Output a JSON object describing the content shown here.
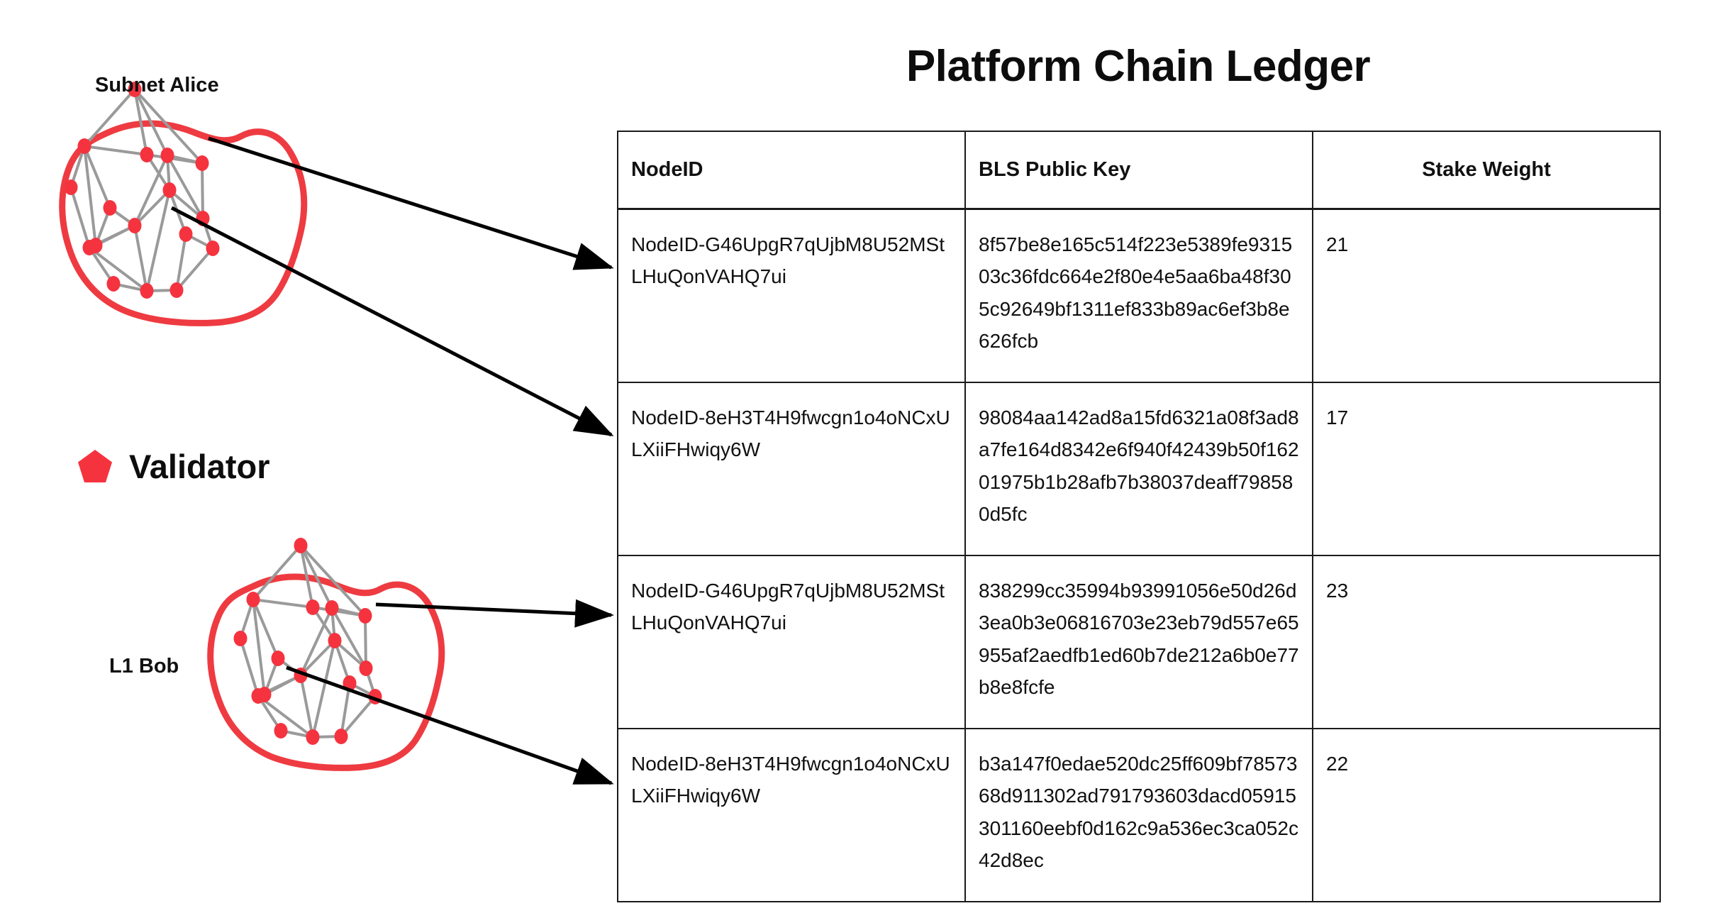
{
  "title": "Platform Chain Ledger",
  "diagram": {
    "subnet_alice_label": "Subnet Alice",
    "l1_bob_label": "L1 Bob",
    "legend": {
      "validator_label": "Validator",
      "validator_icon": "pentagon-icon"
    },
    "colors": {
      "validator_red": "#F5333F",
      "blob_outline": "#EE3B41",
      "graph_edge": "#9a9a9a",
      "arrow": "#000000",
      "table_border": "#1b1b1b"
    }
  },
  "table": {
    "columns": [
      "NodeID",
      "BLS Public Key",
      "Stake Weight"
    ],
    "rows": [
      {
        "node_id": "NodeID-G46UpgR7qUjbM8U52MStLHuQonVAHQ7ui",
        "bls_public_key": "8f57be8e165c514f223e5389fe931503c36fdc664e2f80e4e5aa6ba48f305c92649bf1311ef833b89ac6ef3b8e626fcb",
        "stake_weight": "21"
      },
      {
        "node_id": "NodeID-8eH3T4H9fwcgn1o4oNCxULXiiFHwiqy6W",
        "bls_public_key": "98084aa142ad8a15fd6321a08f3ad8a7fe164d8342e6f940f42439b50f16201975b1b28afb7b38037deaff798580d5fc",
        "stake_weight": "17"
      },
      {
        "node_id": "NodeID-G46UpgR7qUjbM8U52MStLHuQonVAHQ7ui",
        "bls_public_key": "838299cc35994b93991056e50d26d3ea0b3e06816703e23eb79d557e65955af2aedfb1ed60b7de212a6b0e77b8e8fcfe",
        "stake_weight": "23"
      },
      {
        "node_id": "NodeID-8eH3T4H9fwcgn1o4oNCxULXiiFHwiqy6W",
        "bls_public_key": "b3a147f0edae520dc25ff609bf7857368d911302ad791793603dacd05915301160eebf0d162c9a536ec3ca052c42d8ec",
        "stake_weight": "22"
      }
    ]
  }
}
